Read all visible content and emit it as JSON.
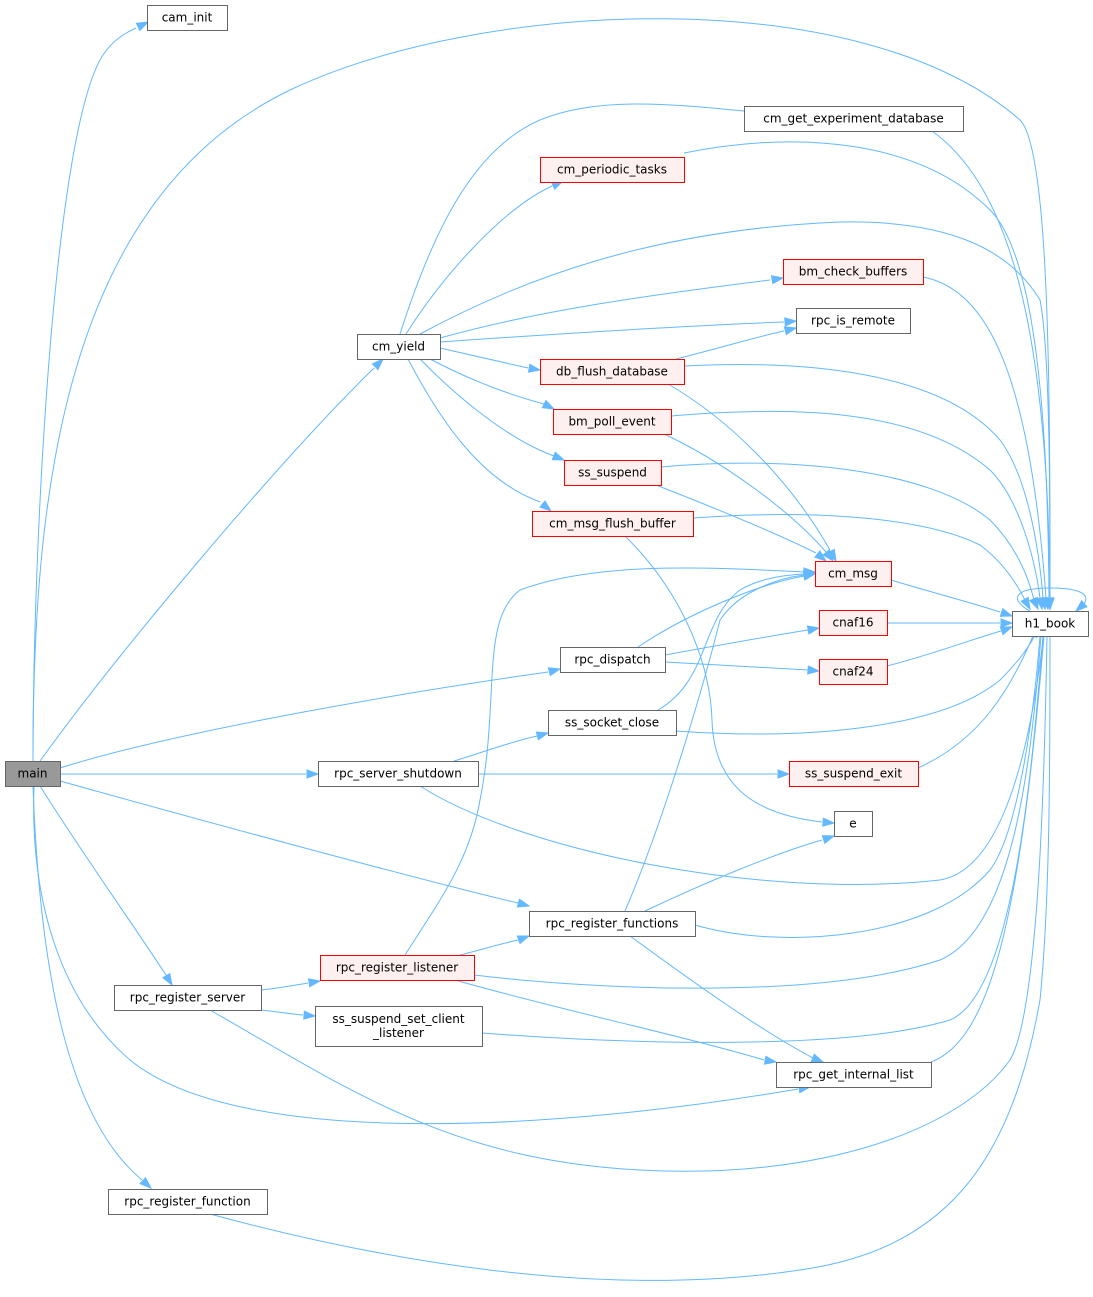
{
  "graph": {
    "colors": {
      "edge": "#63b8ff",
      "root_fill": "#999999",
      "root_stroke": "#666666",
      "normal_stroke": "#666666",
      "truncated_fill": "#fff0f0",
      "truncated_stroke": "#ff0000"
    },
    "nodes": [
      {
        "id": "main",
        "label": "main",
        "style": "root"
      },
      {
        "id": "cam_init",
        "label": "cam_init",
        "style": "normal"
      },
      {
        "id": "cm_get_experiment_database",
        "label": "cm_get_experiment_database",
        "style": "normal"
      },
      {
        "id": "cm_periodic_tasks",
        "label": "cm_periodic_tasks",
        "style": "truncated"
      },
      {
        "id": "bm_check_buffers",
        "label": "bm_check_buffers",
        "style": "truncated"
      },
      {
        "id": "rpc_is_remote",
        "label": "rpc_is_remote",
        "style": "normal"
      },
      {
        "id": "cm_yield",
        "label": "cm_yield",
        "style": "normal"
      },
      {
        "id": "db_flush_database",
        "label": "db_flush_database",
        "style": "truncated"
      },
      {
        "id": "bm_poll_event",
        "label": "bm_poll_event",
        "style": "truncated"
      },
      {
        "id": "ss_suspend",
        "label": "ss_suspend",
        "style": "truncated"
      },
      {
        "id": "cm_msg_flush_buffer",
        "label": "cm_msg_flush_buffer",
        "style": "truncated"
      },
      {
        "id": "cm_msg",
        "label": "cm_msg",
        "style": "truncated"
      },
      {
        "id": "h1_book",
        "label": "h1_book",
        "style": "normal"
      },
      {
        "id": "cnaf16",
        "label": "cnaf16",
        "style": "truncated"
      },
      {
        "id": "rpc_dispatch",
        "label": "rpc_dispatch",
        "style": "normal"
      },
      {
        "id": "cnaf24",
        "label": "cnaf24",
        "style": "truncated"
      },
      {
        "id": "ss_socket_close",
        "label": "ss_socket_close",
        "style": "normal"
      },
      {
        "id": "rpc_server_shutdown",
        "label": "rpc_server_shutdown",
        "style": "normal"
      },
      {
        "id": "ss_suspend_exit",
        "label": "ss_suspend_exit",
        "style": "truncated"
      },
      {
        "id": "e",
        "label": "e",
        "style": "normal"
      },
      {
        "id": "rpc_register_functions",
        "label": "rpc_register_functions",
        "style": "normal"
      },
      {
        "id": "rpc_register_listener",
        "label": "rpc_register_listener",
        "style": "truncated"
      },
      {
        "id": "rpc_register_server",
        "label": "rpc_register_server",
        "style": "normal"
      },
      {
        "id": "ss_suspend_set_client_listener",
        "label": "ss_suspend_set_client\n_listener",
        "style": "normal"
      },
      {
        "id": "rpc_get_internal_list",
        "label": "rpc_get_internal_list",
        "style": "normal"
      },
      {
        "id": "rpc_register_function",
        "label": "rpc_register_function",
        "style": "normal"
      }
    ],
    "edges": [
      {
        "from": "main",
        "to": "cam_init"
      },
      {
        "from": "main",
        "to": "h1_book"
      },
      {
        "from": "main",
        "to": "cm_yield"
      },
      {
        "from": "main",
        "to": "rpc_dispatch"
      },
      {
        "from": "main",
        "to": "rpc_server_shutdown"
      },
      {
        "from": "main",
        "to": "rpc_register_functions"
      },
      {
        "from": "main",
        "to": "rpc_register_server"
      },
      {
        "from": "main",
        "to": "rpc_get_internal_list"
      },
      {
        "from": "main",
        "to": "rpc_register_function"
      },
      {
        "from": "cm_yield",
        "to": "cm_get_experiment_database"
      },
      {
        "from": "cm_yield",
        "to": "cm_periodic_tasks"
      },
      {
        "from": "cm_yield",
        "to": "h1_book"
      },
      {
        "from": "cm_yield",
        "to": "bm_check_buffers"
      },
      {
        "from": "cm_yield",
        "to": "rpc_is_remote"
      },
      {
        "from": "cm_yield",
        "to": "db_flush_database"
      },
      {
        "from": "cm_yield",
        "to": "bm_poll_event"
      },
      {
        "from": "cm_yield",
        "to": "ss_suspend"
      },
      {
        "from": "cm_yield",
        "to": "cm_msg_flush_buffer"
      },
      {
        "from": "cm_get_experiment_database",
        "to": "h1_book"
      },
      {
        "from": "cm_periodic_tasks",
        "to": "h1_book"
      },
      {
        "from": "bm_check_buffers",
        "to": "h1_book"
      },
      {
        "from": "db_flush_database",
        "to": "rpc_is_remote"
      },
      {
        "from": "db_flush_database",
        "to": "h1_book"
      },
      {
        "from": "db_flush_database",
        "to": "cm_msg"
      },
      {
        "from": "bm_poll_event",
        "to": "h1_book"
      },
      {
        "from": "bm_poll_event",
        "to": "cm_msg"
      },
      {
        "from": "ss_suspend",
        "to": "h1_book"
      },
      {
        "from": "ss_suspend",
        "to": "cm_msg"
      },
      {
        "from": "cm_msg_flush_buffer",
        "to": "h1_book"
      },
      {
        "from": "cm_msg_flush_buffer",
        "to": "e"
      },
      {
        "from": "cm_msg",
        "to": "h1_book"
      },
      {
        "from": "h1_book",
        "to": "h1_book"
      },
      {
        "from": "cnaf16",
        "to": "h1_book"
      },
      {
        "from": "cnaf24",
        "to": "h1_book"
      },
      {
        "from": "rpc_dispatch",
        "to": "cm_msg"
      },
      {
        "from": "rpc_dispatch",
        "to": "cnaf16"
      },
      {
        "from": "rpc_dispatch",
        "to": "cnaf24"
      },
      {
        "from": "ss_socket_close",
        "to": "cm_msg"
      },
      {
        "from": "ss_socket_close",
        "to": "h1_book"
      },
      {
        "from": "rpc_server_shutdown",
        "to": "ss_socket_close"
      },
      {
        "from": "rpc_server_shutdown",
        "to": "ss_suspend_exit"
      },
      {
        "from": "rpc_server_shutdown",
        "to": "h1_book"
      },
      {
        "from": "ss_suspend_exit",
        "to": "h1_book"
      },
      {
        "from": "rpc_register_functions",
        "to": "cm_msg"
      },
      {
        "from": "rpc_register_functions",
        "to": "e"
      },
      {
        "from": "rpc_register_functions",
        "to": "h1_book"
      },
      {
        "from": "rpc_register_functions",
        "to": "rpc_get_internal_list"
      },
      {
        "from": "rpc_register_listener",
        "to": "cm_msg"
      },
      {
        "from": "rpc_register_listener",
        "to": "rpc_register_functions"
      },
      {
        "from": "rpc_register_listener",
        "to": "h1_book"
      },
      {
        "from": "rpc_register_listener",
        "to": "rpc_get_internal_list"
      },
      {
        "from": "rpc_register_server",
        "to": "rpc_register_listener"
      },
      {
        "from": "rpc_register_server",
        "to": "ss_suspend_set_client_listener"
      },
      {
        "from": "rpc_register_server",
        "to": "h1_book"
      },
      {
        "from": "ss_suspend_set_client_listener",
        "to": "h1_book"
      },
      {
        "from": "rpc_get_internal_list",
        "to": "h1_book"
      },
      {
        "from": "rpc_register_function",
        "to": "h1_book"
      }
    ]
  }
}
